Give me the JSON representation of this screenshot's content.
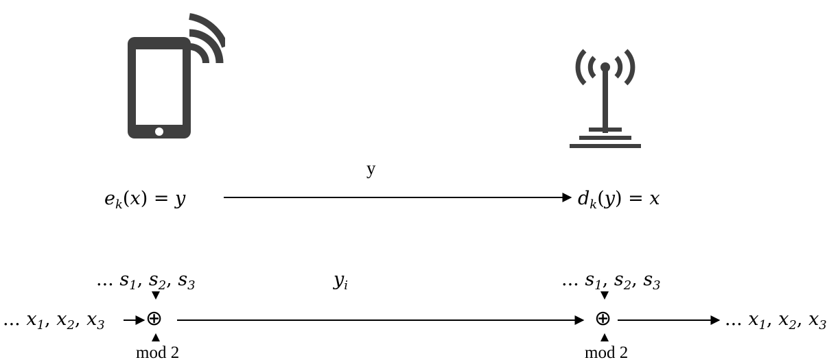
{
  "diagram": {
    "channel_label": "y",
    "encrypt": {
      "func": "e",
      "sub": "k",
      "arg": "x",
      "rest": " = ",
      "result": "y"
    },
    "decrypt": {
      "func": "d",
      "sub": "k",
      "arg": "y",
      "rest": " = ",
      "result": "x"
    },
    "stream": {
      "input_prefix": "... ",
      "input": [
        {
          "v": "x",
          "s": "1"
        },
        {
          "v": "x",
          "s": "2"
        },
        {
          "v": "x",
          "s": "3"
        }
      ],
      "key_prefix": "... ",
      "key_left": [
        {
          "v": "s",
          "s": "1"
        },
        {
          "v": "s",
          "s": "2"
        },
        {
          "v": "s",
          "s": "3"
        }
      ],
      "key_right": [
        {
          "v": "s",
          "s": "1"
        },
        {
          "v": "s",
          "s": "2"
        },
        {
          "v": "s",
          "s": "3"
        }
      ],
      "output": [
        {
          "v": "x",
          "s": "1"
        },
        {
          "v": "x",
          "s": "2"
        },
        {
          "v": "x",
          "s": "3"
        }
      ],
      "cipher": {
        "v": "y",
        "s": "i"
      },
      "xor_symbol": "⊕",
      "mod_label": "mod 2"
    },
    "icons": {
      "sender": "smartphone-icon",
      "receiver": "antenna-tower-icon"
    }
  }
}
